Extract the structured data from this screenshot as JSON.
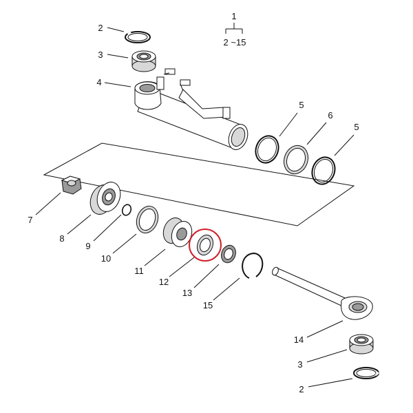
{
  "assembly": {
    "number": "1",
    "range": "2 ~15"
  },
  "callouts": {
    "c2a": "2",
    "c3a": "3",
    "c4": "4",
    "c5a": "5",
    "c6": "6",
    "c5b": "5",
    "c7": "7",
    "c8": "8",
    "c9": "9",
    "c10": "10",
    "c11": "11",
    "c12": "12",
    "c13": "13",
    "c15": "15",
    "c14": "14",
    "c3b": "3",
    "c2b": "2"
  },
  "colors": {
    "line": "#111111",
    "highlight": "#d0202a",
    "shade": "#d8d8d8"
  },
  "highlighted_part": "12"
}
